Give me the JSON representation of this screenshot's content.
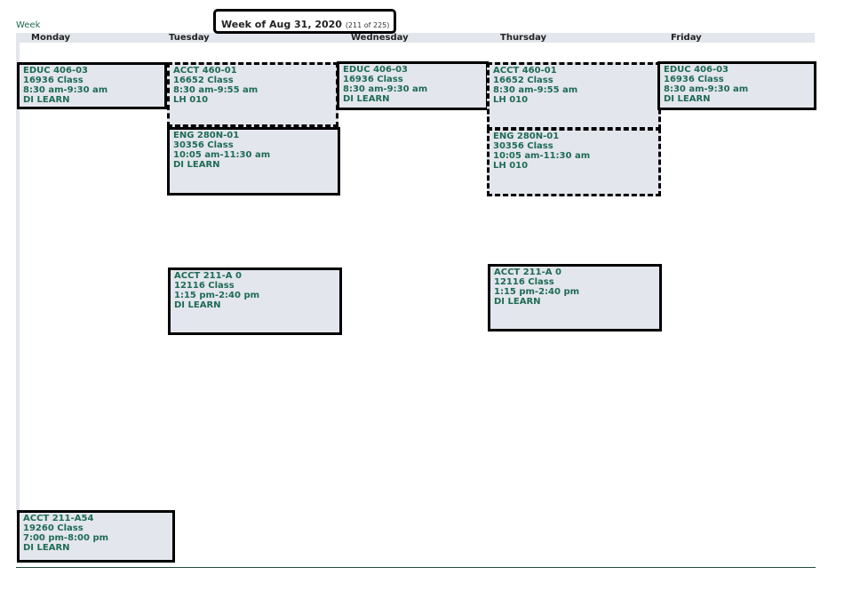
{
  "nav": {
    "prev_week": "Week"
  },
  "header": {
    "title": "Week of Aug 31, 2020",
    "count": "(211 of 225)"
  },
  "days": [
    "Monday",
    "Tuesday",
    "Wednesday",
    "Thursday",
    "Friday"
  ],
  "events": [
    {
      "course": "EDUC 406-03",
      "class_no": "16936 Class",
      "time": "8:30 am-9:30 am",
      "location": "DI LEARN"
    },
    {
      "course": "ACCT 460-01",
      "class_no": "16652 Class",
      "time": "8:30 am-9:55 am",
      "location": "LH 010"
    },
    {
      "course": "EDUC 406-03",
      "class_no": "16936 Class",
      "time": "8:30 am-9:30 am",
      "location": "DI LEARN"
    },
    {
      "course": "ACCT 460-01",
      "class_no": "16652 Class",
      "time": "8:30 am-9:55 am",
      "location": "LH 010"
    },
    {
      "course": "EDUC 406-03",
      "class_no": "16936 Class",
      "time": "8:30 am-9:30 am",
      "location": "DI LEARN"
    },
    {
      "course": "ENG 280N-01",
      "class_no": "30356 Class",
      "time": "10:05 am-11:30 am",
      "location": "DI LEARN"
    },
    {
      "course": "ENG 280N-01",
      "class_no": "30356 Class",
      "time": "10:05 am-11:30 am",
      "location": "LH 010"
    },
    {
      "course": "ACCT 211-A 0",
      "class_no": "12116 Class",
      "time": "1:15 pm-2:40 pm",
      "location": "DI LEARN"
    },
    {
      "course": "ACCT 211-A 0",
      "class_no": "12116 Class",
      "time": "1:15 pm-2:40 pm",
      "location": "DI LEARN"
    },
    {
      "course": "ACCT 211-A54",
      "class_no": "19260 Class",
      "time": "7:00 pm-8:00 pm",
      "location": "DI LEARN"
    }
  ]
}
